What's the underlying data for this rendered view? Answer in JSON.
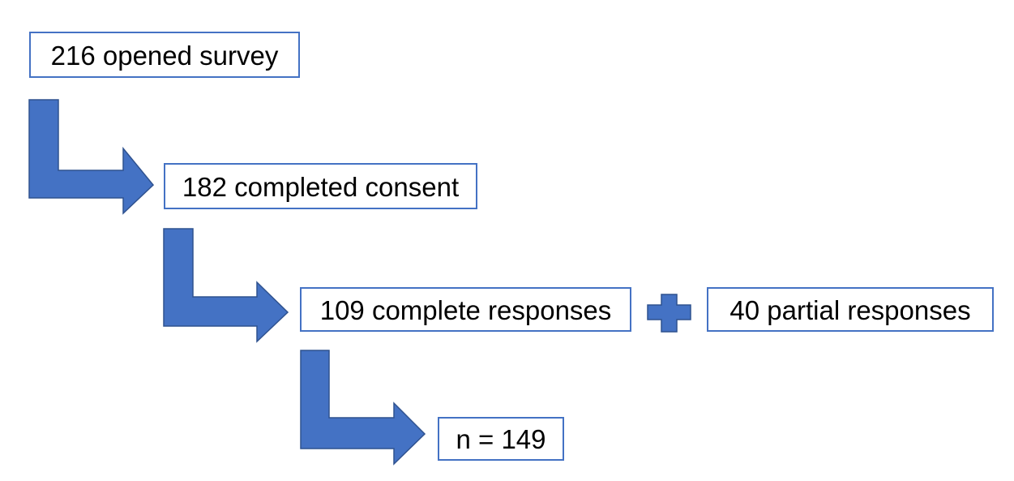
{
  "diagram": {
    "nodes": [
      {
        "id": "opened",
        "label": "216 opened survey"
      },
      {
        "id": "consent",
        "label": "182 completed consent"
      },
      {
        "id": "complete",
        "label": "109 complete responses"
      },
      {
        "id": "partial",
        "label": "40 partial responses"
      },
      {
        "id": "final",
        "label": "n = 149"
      }
    ],
    "edges": [
      {
        "from": "opened",
        "to": "consent",
        "kind": "bent-arrow"
      },
      {
        "from": "consent",
        "to": "complete",
        "kind": "bent-arrow"
      },
      {
        "from": "complete",
        "to": "partial",
        "kind": "plus"
      },
      {
        "from": "complete",
        "to": "final",
        "kind": "bent-arrow"
      }
    ]
  },
  "colors": {
    "shape_fill": "#4472C4",
    "shape_stroke": "#2F528F",
    "box_border": "#4472C4",
    "box_fill": "#FFFFFF",
    "text": "#000000"
  }
}
